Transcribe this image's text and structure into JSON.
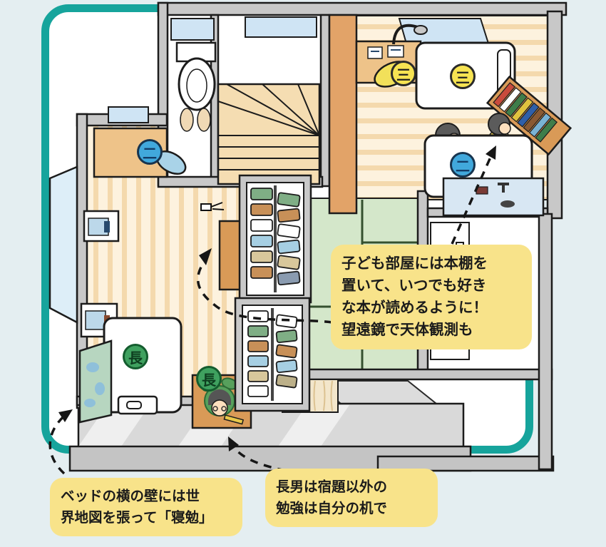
{
  "palette": {
    "page_bg": "#e4eef1",
    "frame_border": "#16a49c",
    "frame_bg": "#ffffff",
    "callout_bg": "#f8e38a",
    "wall_gray": "#c8c8c8",
    "outline_black": "#1c1c1c",
    "wood_light": "#fdf2de",
    "wood_dark": "#f4d9ad",
    "tatami_green": "#d4e7ca",
    "balcony_gray": "#d9d9d9",
    "window_blue": "#cfe4f4",
    "desk_brown": "#eec389",
    "shelf_brown": "#d99a57",
    "brown_wall": "#e2a368",
    "badge_blue": "#41a8dc",
    "badge_yellow": "#f6e352",
    "badge_green": "#3fa15f"
  },
  "badges": {
    "second_son_desk": {
      "label": "二"
    },
    "third_son_chair": {
      "label": "三"
    },
    "third_son_bed": {
      "label": "三"
    },
    "second_son_bed": {
      "label": "二"
    },
    "eldest_son_bed": {
      "label": "長"
    },
    "eldest_son_desk": {
      "label": "長"
    }
  },
  "callouts": {
    "kids_room": {
      "lines": [
        "子ども部屋には本棚を",
        "置いて、いつでも好き",
        "な本が読めるように！",
        "望遠鏡で天体観測も"
      ]
    },
    "bed_wall": {
      "lines": [
        "ベッドの横の壁には世",
        "界地図を張って「寝勉」"
      ]
    },
    "eldest_desk": {
      "lines": [
        "長男は宿題以外の",
        "勉強は自分の机で"
      ]
    }
  }
}
